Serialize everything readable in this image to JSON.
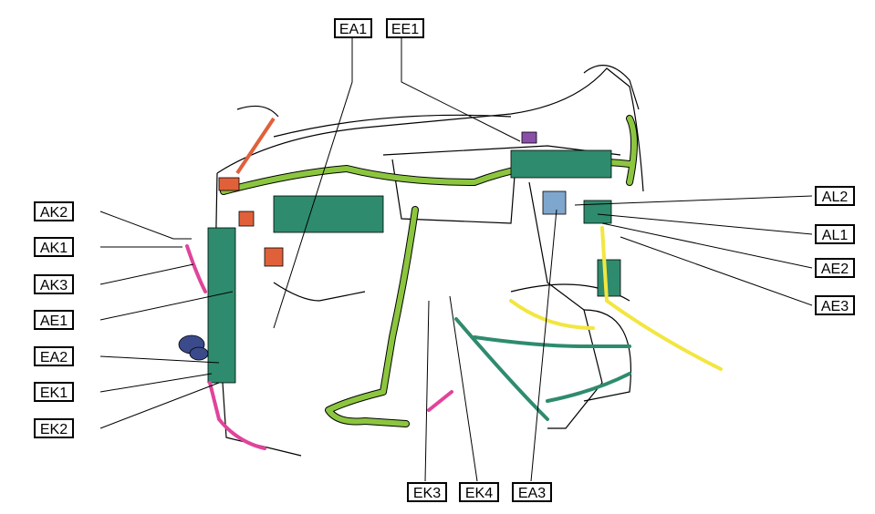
{
  "labels": {
    "ea1": "EA1",
    "ee1": "EE1",
    "ak2": "AK2",
    "ak1": "AK1",
    "ak3": "AK3",
    "ae1": "AE1",
    "ea2": "EA2",
    "ek1": "EK1",
    "ek2": "EK2",
    "al2": "AL2",
    "al1": "AL1",
    "ae2": "AE2",
    "ae3": "AE3",
    "ek3": "EK3",
    "ek4": "EK4",
    "ea3": "EA3"
  },
  "colors": {
    "harness_green": "#8cc63f",
    "harness_teal": "#2e8b6e",
    "harness_pink": "#e0449a",
    "harness_yellow": "#f2e640",
    "connector_orange": "#e0603a",
    "connector_blue": "#7fa6cc",
    "connector_purple": "#8a4fa8",
    "outline": "#000000"
  }
}
